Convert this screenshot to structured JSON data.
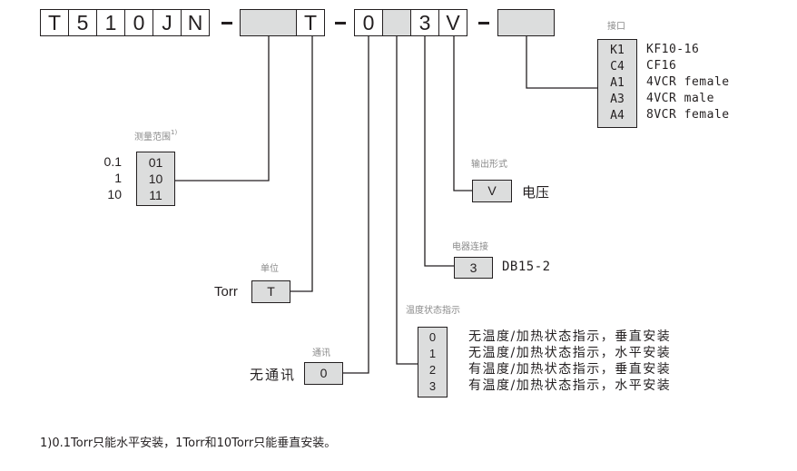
{
  "model_code": {
    "cells": [
      "T",
      "5",
      "1",
      "0",
      "J",
      "N",
      "",
      "T",
      "0",
      "",
      "3",
      "V",
      ""
    ],
    "separator": "-"
  },
  "sections": {
    "interface": {
      "caption": "接口",
      "options": [
        {
          "code": "K1",
          "desc": "KF10-16"
        },
        {
          "code": "C4",
          "desc": "CF16"
        },
        {
          "code": "A1",
          "desc": "4VCR female"
        },
        {
          "code": "A3",
          "desc": "4VCR male"
        },
        {
          "code": "A4",
          "desc": "8VCR female"
        }
      ]
    },
    "range": {
      "caption": "测量范围",
      "footnote_mark": "1)",
      "options": [
        {
          "value": "0.1",
          "code": "01"
        },
        {
          "value": "1",
          "code": "10"
        },
        {
          "value": "10",
          "code": "11"
        }
      ]
    },
    "output": {
      "caption": "输出形式",
      "code": "V",
      "desc": "电压"
    },
    "connector": {
      "caption": "电器连接",
      "code": "3",
      "desc": "DB15-2"
    },
    "unit": {
      "caption": "单位",
      "code": "T",
      "desc": "Torr"
    },
    "temp_status": {
      "caption": "温度状态指示",
      "options": [
        {
          "code": "0",
          "desc": "无温度/加热状态指示，垂直安装"
        },
        {
          "code": "1",
          "desc": "无温度/加热状态指示，水平安装"
        },
        {
          "code": "2",
          "desc": "有温度/加热状态指示，垂直安装"
        },
        {
          "code": "3",
          "desc": "有温度/加热状态指示，水平安装"
        }
      ]
    },
    "comm": {
      "caption": "通讯",
      "code": "0",
      "desc": "无通讯"
    }
  },
  "footnote": "1)0.1Torr只能水平安装，1Torr和10Torr只能垂直安装。"
}
